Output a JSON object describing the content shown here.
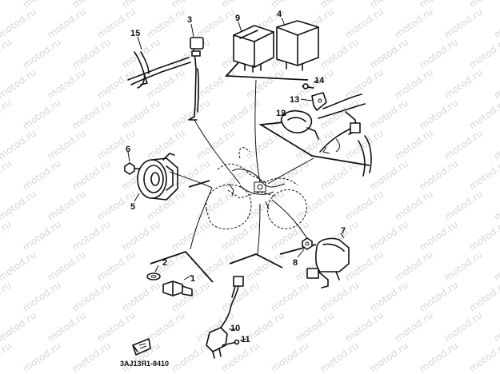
{
  "watermark": "motod.ru",
  "diagram_code": "3AJ13Я1-8410",
  "callouts": {
    "c1": "1",
    "c2": "2",
    "c3": "3",
    "c4": "4",
    "c5": "5",
    "c6": "6",
    "c7": "7",
    "c8": "8",
    "c9": "9",
    "c10": "10",
    "c11": "11",
    "c12": "12",
    "c13": "13",
    "c14": "14",
    "c15": "15"
  },
  "colors": {
    "ink": "#111111",
    "watermark": "#d6d6d6",
    "background": "#ffffff"
  },
  "icons": {
    "front_arrow": "front-arrow-icon"
  }
}
